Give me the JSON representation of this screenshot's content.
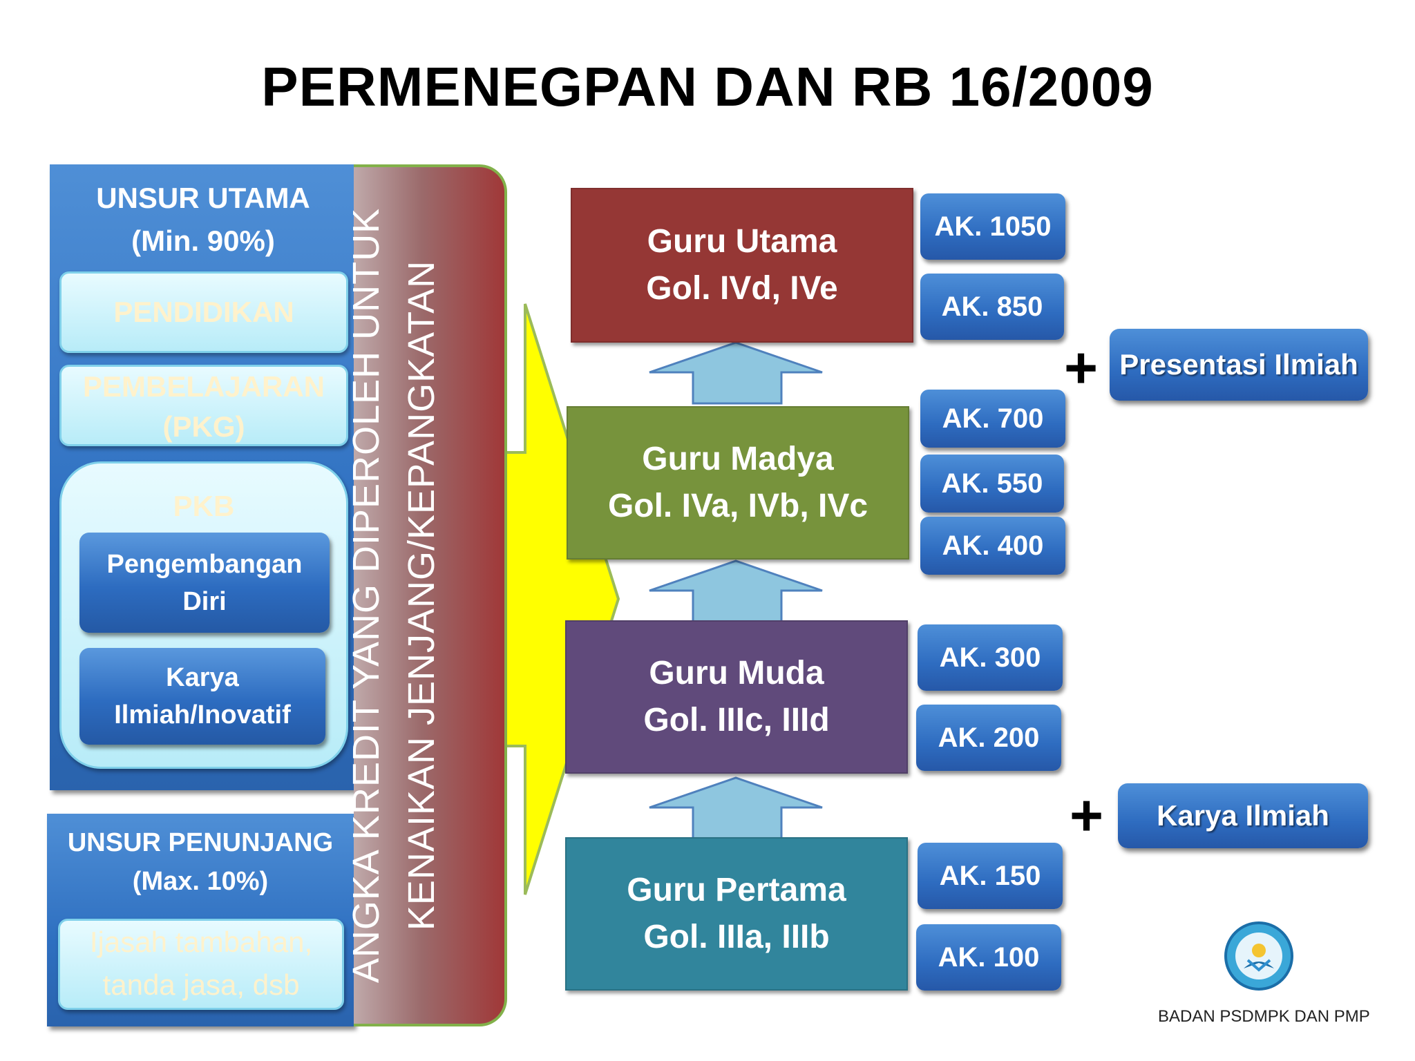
{
  "title": "PERMENEGPAN DAN RB 16/2009",
  "unsur_utama": {
    "heading_line1": "UNSUR UTAMA",
    "heading_line2": "(Min. 90%)",
    "pendidikan": "PENDIDIKAN",
    "pembelajaran_line1": "PEMBELAJARAN",
    "pembelajaran_line2": "(PKG)",
    "pkb_label": "PKB",
    "pkb_items": [
      {
        "line1": "Pengembangan",
        "line2": "Diri"
      },
      {
        "line1": "Karya",
        "line2": "Ilmiah/Inovatif"
      }
    ]
  },
  "unsur_penunjang": {
    "heading_line1": "UNSUR PENUNJANG",
    "heading_line2": "(Max. 10%)",
    "item_line1": "Ijasah tambahan,",
    "item_line2": "tanda jasa, dsb"
  },
  "banner": {
    "line1": "ANGKA KREDIT YANG DIPEROLEH UNTUK",
    "line2": "KENAIKAN JENJANG/KEPANGKATAN"
  },
  "levels": [
    {
      "name": "Guru Utama",
      "gol": "Gol. IVd, IVe",
      "color": "#953735"
    },
    {
      "name": "Guru Madya",
      "gol": "Gol. IVa, IVb, IVc",
      "color": "#77933c"
    },
    {
      "name": "Guru Muda",
      "gol": "Gol. IIIc, IIId",
      "color": "#604a7b"
    },
    {
      "name": "Guru Pertama",
      "gol": "Gol. IIIa, IIIb",
      "color": "#31859c"
    }
  ],
  "ak_values": [
    "AK. 1050",
    "AK. 850",
    "AK. 700",
    "AK. 550",
    "AK. 400",
    "AK. 300",
    "AK. 200",
    "AK. 150",
    "AK. 100"
  ],
  "requirements": {
    "plus_symbol": "+",
    "presentasi": "Presentasi Ilmiah",
    "karya": "Karya Ilmiah"
  },
  "footer": "BADAN PSDMPK DAN PMP",
  "colors": {
    "panel_blue": "#2e6fc0",
    "arrow_fill": "#ffff00",
    "up_arrow_fill": "#8ec6df",
    "faded_text": "#fff2cc"
  }
}
